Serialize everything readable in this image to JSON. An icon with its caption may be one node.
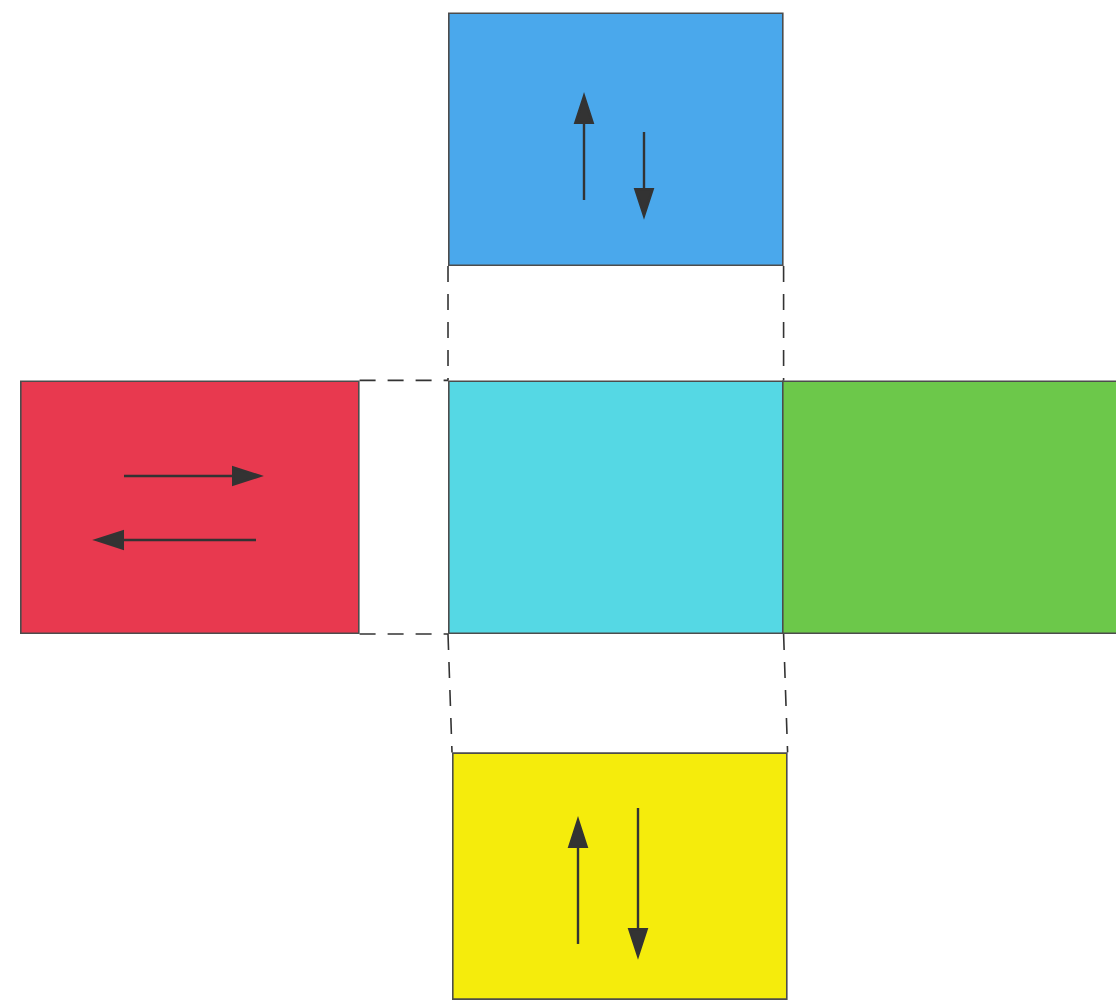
{
  "diagram": {
    "nodes": [
      {
        "text": [],
        "shape": "box"
      },
      {
        "text": [],
        "shape": "box"
      },
      {
        "text": [],
        "shape": "box"
      },
      {
        "text": [],
        "shape": "box"
      },
      {
        "text": [],
        "shape": "box"
      }
    ],
    "edges": [
      {
        "from": 0,
        "to": 2,
        "arrow": "none",
        "style": "dashed"
      },
      {
        "from": 0,
        "to": 2,
        "arrow": "none",
        "style": "dashed"
      },
      {
        "from": 1,
        "to": 2,
        "arrow": "none",
        "style": "dashed"
      },
      {
        "from": 1,
        "to": 2,
        "arrow": "none",
        "style": "dashed"
      },
      {
        "from": 2,
        "to": 4,
        "arrow": "none",
        "style": "dashed"
      },
      {
        "from": 2,
        "to": 4,
        "arrow": "none",
        "style": "dashed"
      }
    ]
  }
}
